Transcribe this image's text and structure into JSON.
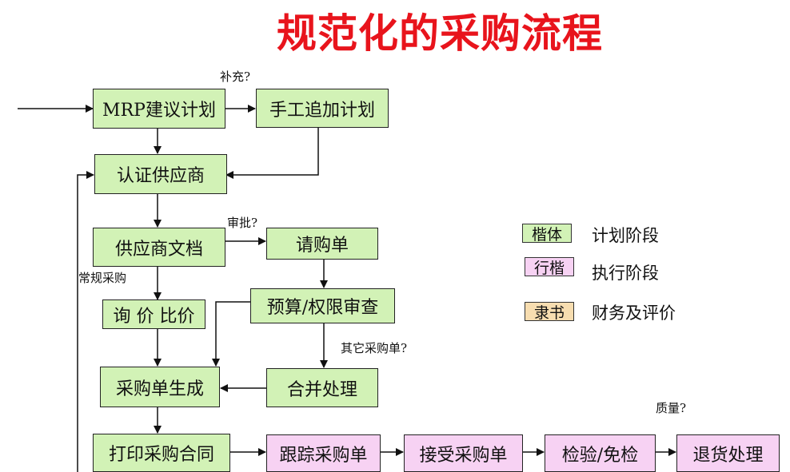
{
  "title": "规范化的采购流程",
  "boxes": {
    "mrp": "MRP建议计划",
    "manual": "手工追加计划",
    "certify": "认证供应商",
    "docs": "供应商文档",
    "requisition": "请购单",
    "inquiry": "询 价 比价",
    "budget": "预算/权限审查",
    "generate": "采购单生成",
    "merge": "合并处理",
    "print": "打印采购合同",
    "track": "跟踪采购单",
    "receive": "接受采购单",
    "inspect": "检验/免检",
    "return": "退货处理"
  },
  "notes": {
    "supplement": "补充?",
    "approve": "审批?",
    "regular": "常规采购",
    "other_orders": "其它采购单?",
    "quality": "质量?"
  },
  "legend": [
    {
      "swatch": "楷体",
      "label": "计划阶段",
      "color": "#d2f2b6"
    },
    {
      "swatch": "行楷",
      "label": "执行阶段",
      "color": "#f7d2f3"
    },
    {
      "swatch": "隶书",
      "label": "财务及评价",
      "color": "#f7ddb0"
    }
  ]
}
